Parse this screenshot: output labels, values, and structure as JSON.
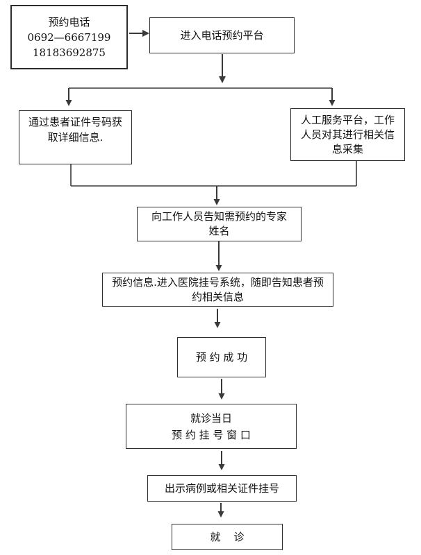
{
  "diagram": {
    "type": "flowchart",
    "background_color": "#ffffff",
    "line_color": "#3a3a3a",
    "box_border_color": "#2d2d2d",
    "text_color": "#111111",
    "nodes": {
      "phone": {
        "lines": [
          "预约电话",
          "0692—6667199",
          "18183692875"
        ]
      },
      "platform": {
        "lines": [
          "进入电话预约平台"
        ]
      },
      "id_lookup": {
        "lines": [
          "通过患者证件号码获",
          "取详细信息."
        ]
      },
      "manual_service": {
        "lines": [
          "人工服务平台，工作",
          "人员对其进行相关信",
          "息采集"
        ]
      },
      "tell_expert": {
        "lines": [
          "向工作人员告知需预约的专家",
          "姓名"
        ]
      },
      "register_system": {
        "lines": [
          "预约信息.进入医院挂号系统，随即告知患者预",
          "约相关信息"
        ]
      },
      "success": {
        "lines": [
          "预 约 成 功"
        ]
      },
      "visit_day": {
        "lines": [
          "就诊当日",
          "预 约 挂 号 窗 口"
        ]
      },
      "show_records": {
        "lines": [
          "出示病例或相关证件挂号"
        ]
      },
      "treatment": {
        "lines": [
          "就    诊"
        ]
      }
    }
  }
}
